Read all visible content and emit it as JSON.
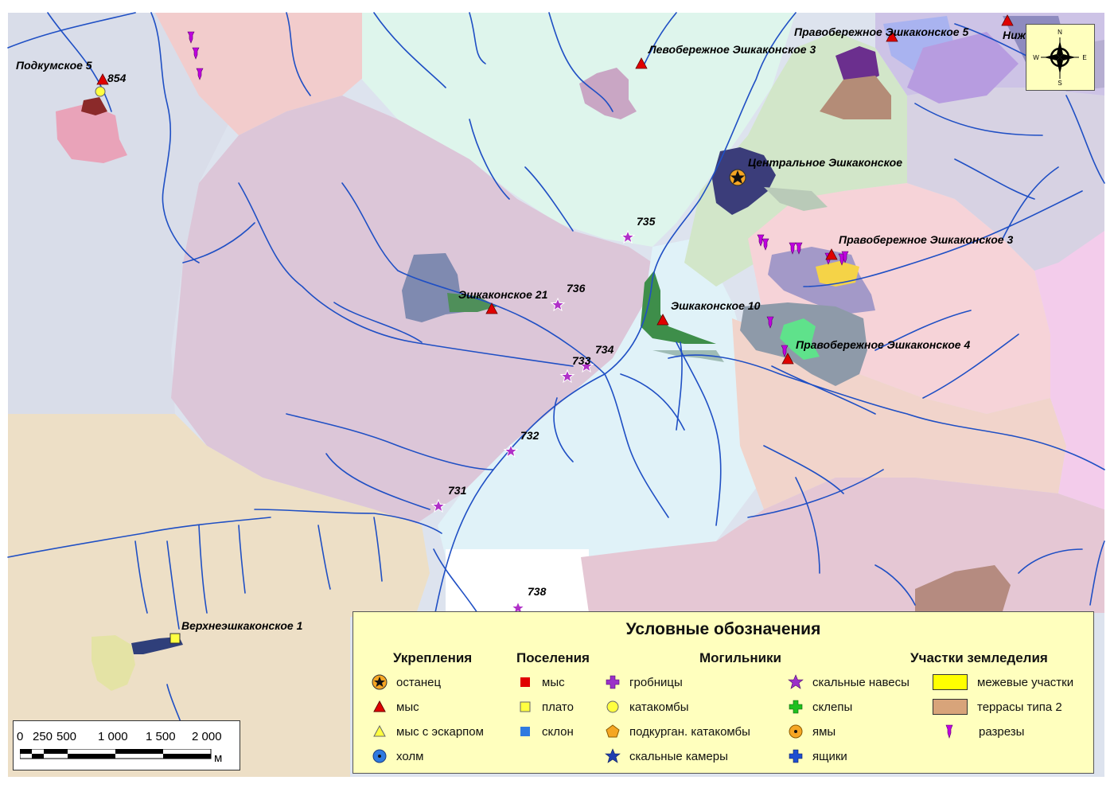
{
  "map": {
    "site_labels": [
      {
        "id": "podkumskoe5",
        "text": "Подкумское 5"
      },
      {
        "id": "levoberezhnoe3",
        "text": "Левобережное Эшкаконское 3"
      },
      {
        "id": "pravoberezhnoe5",
        "text": "Правобережное Эшкаконское 5"
      },
      {
        "id": "nizhnee",
        "text": "Ниж"
      },
      {
        "id": "centralnoe",
        "text": "Центральное Эшкаконское"
      },
      {
        "id": "pravoberezhnoe3",
        "text": "Правобережное Эшкаконское 3"
      },
      {
        "id": "eshkakonskoe21",
        "text": "Эшкаконское 21"
      },
      {
        "id": "eshkakonskoe10",
        "text": "Эшкаконское 10"
      },
      {
        "id": "pravoberezhnoe4",
        "text": "Правобережное Эшкаконское 4"
      },
      {
        "id": "verkhneeshkakonskoe1",
        "text": "Верхнеэшкаконское 1"
      }
    ],
    "point_numbers": [
      "854",
      "735",
      "736",
      "734",
      "733",
      "732",
      "731",
      "738"
    ]
  },
  "legend": {
    "title": "Условные обозначения",
    "columns": {
      "fortifications": "Укрепления",
      "settlements": "Поселения",
      "burials": "Могильники",
      "farming": "Участки земледелия"
    },
    "fortifications": [
      {
        "icon": "star-in-circle-icon",
        "label": "останец"
      },
      {
        "icon": "red-triangle-icon",
        "label": "мыс"
      },
      {
        "icon": "yellow-triangle-icon",
        "label": "мыс с эскарпом"
      },
      {
        "icon": "blue-dot-circle-icon",
        "label": "холм"
      }
    ],
    "settlements": [
      {
        "icon": "red-square-icon",
        "label": "мыс"
      },
      {
        "icon": "yellow-square-icon",
        "label": "плато"
      },
      {
        "icon": "blue-square-icon",
        "label": "склон"
      }
    ],
    "burials_a": [
      {
        "icon": "purple-cross-icon",
        "label": "гробницы"
      },
      {
        "icon": "yellow-circle-icon",
        "label": "катакомбы"
      },
      {
        "icon": "orange-pentagon-icon",
        "label": "подкурган. катакомбы"
      },
      {
        "icon": "blue-star-icon",
        "label": "скальные камеры"
      }
    ],
    "burials_b": [
      {
        "icon": "purple-star-icon",
        "label": "скальные навесы"
      },
      {
        "icon": "green-cross-icon",
        "label": "склепы"
      },
      {
        "icon": "orange-dot-circle-icon",
        "label": "ямы"
      },
      {
        "icon": "blue-cross-icon",
        "label": "ящики"
      }
    ],
    "farming": [
      {
        "icon": "yellow-swatch",
        "label": "межевые участки",
        "color": "#ffff00"
      },
      {
        "icon": "brown-swatch",
        "label": "террасы типа 2",
        "color": "#d8a47a"
      },
      {
        "icon": "magenta-pin-icon",
        "label": "разрезы"
      }
    ]
  },
  "scalebar": {
    "ticks": [
      "0",
      "250",
      "500",
      "1 000",
      "1 500",
      "2 000"
    ],
    "unit": "м"
  },
  "north_arrow": {
    "n": "N",
    "s": "S",
    "e": "E",
    "w": "W"
  },
  "colors": {
    "river": "#1f4fc4",
    "fortification": "#e00000",
    "rock_shelter": "#b030c8",
    "pin": "#c000e0"
  }
}
